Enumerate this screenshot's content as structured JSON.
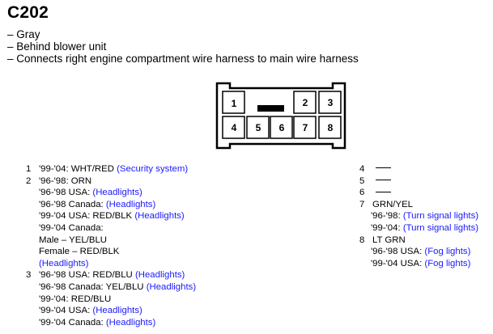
{
  "connector": {
    "id": "C202",
    "details": [
      "– Gray",
      "– Behind blower unit",
      "– Connects right engine compartment wire harness to main wire harness"
    ],
    "pin_labels": [
      "1",
      "2",
      "3",
      "4",
      "5",
      "6",
      "7",
      "8"
    ]
  },
  "pins_left": [
    {
      "num": "1",
      "lines": [
        {
          "text": "'99-'04: WHT/RED ",
          "link": "(Security system)"
        }
      ]
    },
    {
      "num": "2",
      "lines": [
        {
          "text": "'96-'98: ORN",
          "link": ""
        },
        {
          "text": "'96-'98 USA: ",
          "link": "(Headlights)"
        },
        {
          "text": "'96-'98 Canada: ",
          "link": "(Headlights)"
        },
        {
          "text": "'99-'04 USA: RED/BLK ",
          "link": "(Headlights)"
        },
        {
          "text": "'99-'04 Canada:",
          "link": ""
        },
        {
          "text": "Male – YEL/BLU",
          "link": ""
        },
        {
          "text": "Female – RED/BLK",
          "link": ""
        },
        {
          "text": "",
          "link": "(Headlights)"
        }
      ]
    },
    {
      "num": "3",
      "lines": [
        {
          "text": "'96-'98 USA: RED/BLU ",
          "link": "(Headlights)"
        },
        {
          "text": "'96-'98 Canada: YEL/BLU ",
          "link": "(Headlights)"
        },
        {
          "text": "'99-'04: RED/BLU",
          "link": ""
        },
        {
          "text": "'99-'04 USA: ",
          "link": "(Headlights)"
        },
        {
          "text": "'99-'04 Canada: ",
          "link": "(Headlights)"
        }
      ]
    }
  ],
  "pins_right_empty": [
    "4",
    "5",
    "6"
  ],
  "pins_right": [
    {
      "num": "7",
      "head": "GRN/YEL",
      "lines": [
        {
          "text": "'96-'98: ",
          "link": "(Turn signal lights)"
        },
        {
          "text": "'99-'04: ",
          "link": "(Turn signal lights)"
        }
      ]
    },
    {
      "num": "8",
      "head": "LT GRN",
      "lines": [
        {
          "text": "'96-'98 USA: ",
          "link": "(Fog lights)"
        },
        {
          "text": "'99-'04 USA: ",
          "link": "(Fog lights)"
        }
      ]
    }
  ]
}
